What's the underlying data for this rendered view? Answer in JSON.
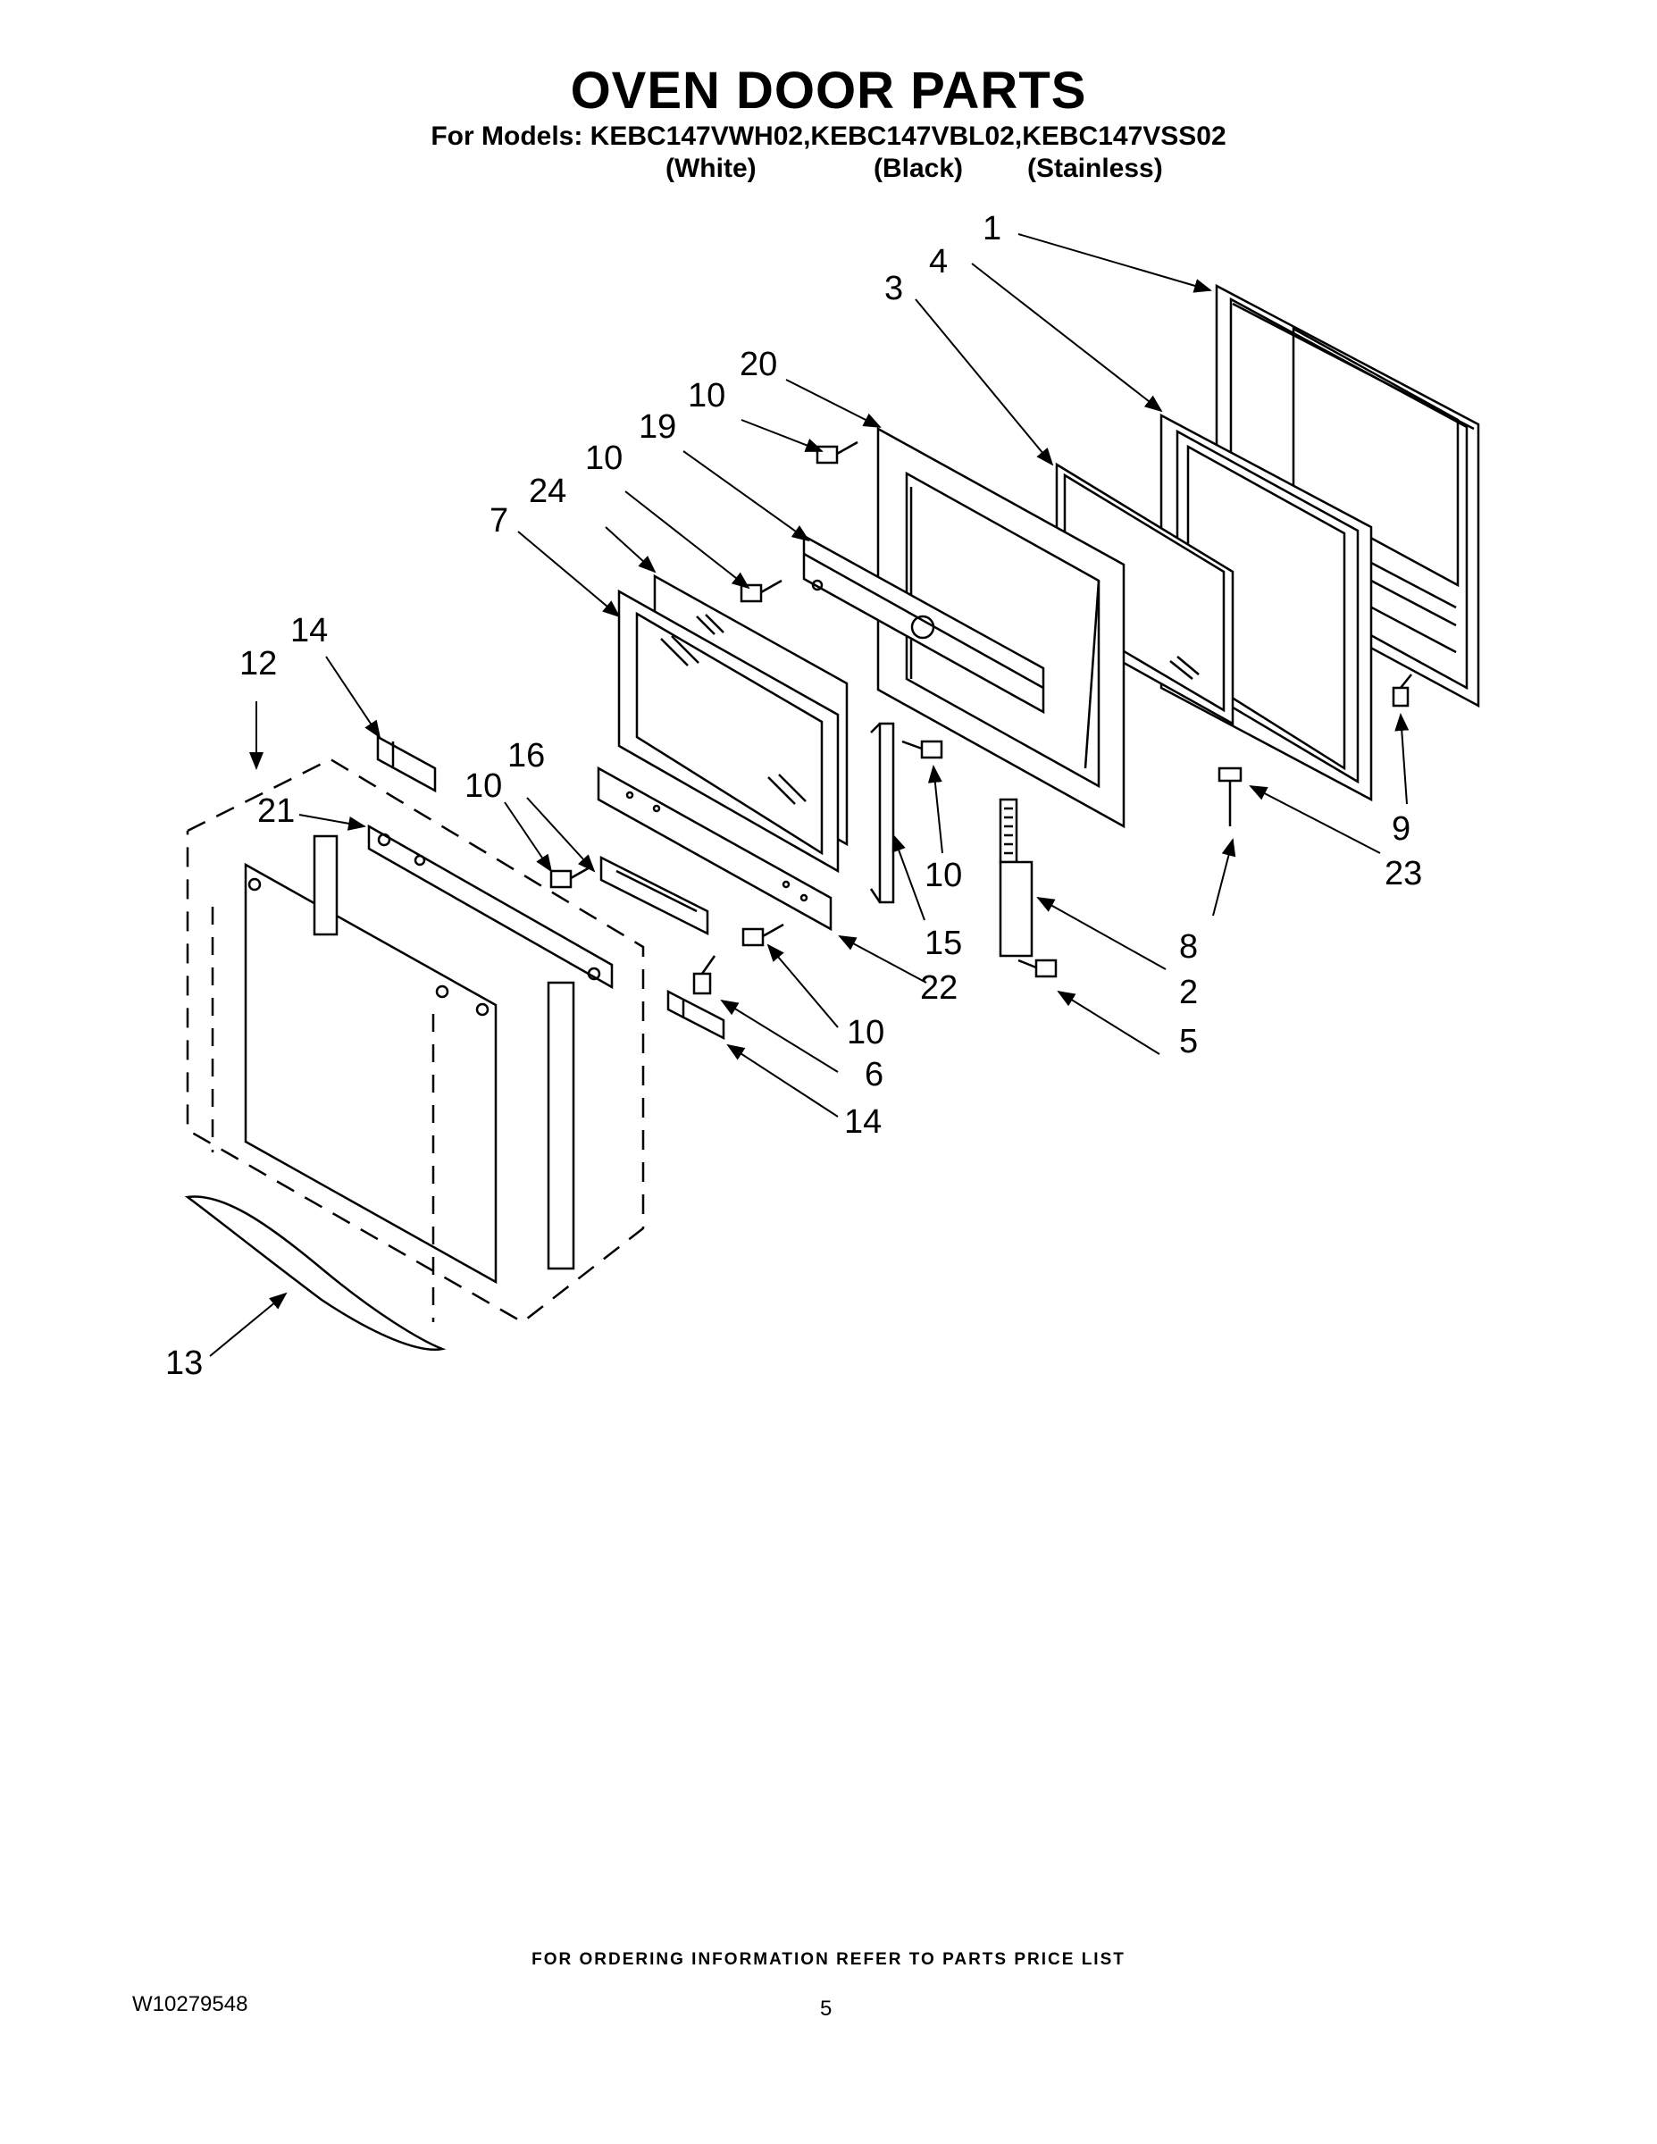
{
  "header": {
    "title": "OVEN DOOR PARTS",
    "models_line": "For Models: KEBC147VWH02,KEBC147VBL02,KEBC147VSS02",
    "variants": [
      "(White)",
      "(Black)",
      "(Stainless)"
    ]
  },
  "callouts": {
    "c1": "1",
    "c2": "2",
    "c3": "3",
    "c4": "4",
    "c5": "5",
    "c6": "6",
    "c7": "7",
    "c8": "8",
    "c9": "9",
    "c10a": "10",
    "c10b": "10",
    "c10c": "10",
    "c10d": "10",
    "c10e": "10",
    "c12": "12",
    "c13": "13",
    "c14a": "14",
    "c14b": "14",
    "c15": "15",
    "c16": "16",
    "c19": "19",
    "c20": "20",
    "c21": "21",
    "c22": "22",
    "c23": "23",
    "c24": "24"
  },
  "footer": {
    "note": "FOR ORDERING INFORMATION REFER TO PARTS PRICE LIST",
    "doc_number": "W10279548",
    "page": "5"
  }
}
